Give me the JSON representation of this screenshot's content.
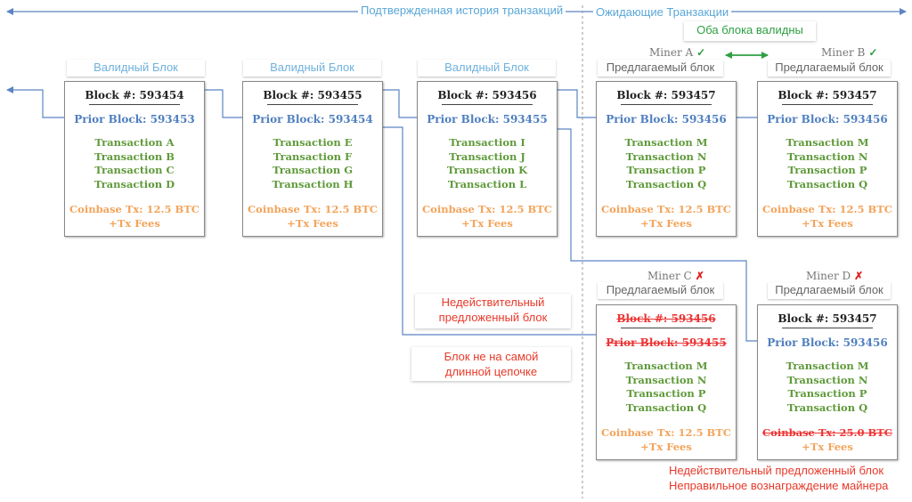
{
  "timeline": {
    "confirmed_label": "Подтвержденная история транзакций",
    "pending_label": "Ожидающие Транзакции"
  },
  "both_valid_label": "Оба блока валидны",
  "valid_block_label": "Валидный Блок",
  "proposed_block_label": "Предлагаемый блок",
  "miners": {
    "a": {
      "name": "Miner A",
      "status": "✓"
    },
    "b": {
      "name": "Miner B",
      "status": "✓"
    },
    "c": {
      "name": "Miner C",
      "status": "✗"
    },
    "d": {
      "name": "Miner D",
      "status": "✗"
    }
  },
  "blocks": [
    {
      "block": "Block #: 593454",
      "prior": "Prior Block: 593453",
      "tx": [
        "Transaction A",
        "Transaction B",
        "Transaction C",
        "Transaction D"
      ],
      "coinbase": "Coinbase Tx: 12.5 BTC",
      "fees": "+Tx Fees"
    },
    {
      "block": "Block #: 593455",
      "prior": "Prior Block: 593454",
      "tx": [
        "Transaction E",
        "Transaction F",
        "Transaction G",
        "Transaction H"
      ],
      "coinbase": "Coinbase Tx: 12.5 BTC",
      "fees": "+Tx Fees"
    },
    {
      "block": "Block #: 593456",
      "prior": "Prior Block: 593455",
      "tx": [
        "Transaction I",
        "Transaction J",
        "Transaction K",
        "Transaction L"
      ],
      "coinbase": "Coinbase Tx: 12.5 BTC",
      "fees": "+Tx Fees"
    },
    {
      "block": "Block #: 593457",
      "prior": "Prior Block: 593456",
      "tx": [
        "Transaction M",
        "Transaction N",
        "Transaction P",
        "Transaction Q"
      ],
      "coinbase": "Coinbase Tx: 12.5 BTC",
      "fees": "+Tx Fees"
    },
    {
      "block": "Block #: 593457",
      "prior": "Prior Block: 593456",
      "tx": [
        "Transaction M",
        "Transaction N",
        "Transaction P",
        "Transaction Q"
      ],
      "coinbase": "Coinbase Tx: 12.5 BTC",
      "fees": "+Tx Fees"
    },
    {
      "block": "Block #: 593456",
      "prior": "Prior Block: 593455",
      "tx": [
        "Transaction M",
        "Transaction N",
        "Transaction P",
        "Transaction Q"
      ],
      "coinbase": "Coinbase Tx: 12.5 BTC",
      "fees": "+Tx Fees"
    },
    {
      "block": "Block #: 593457",
      "prior": "Prior Block: 593456",
      "tx": [
        "Transaction M",
        "Transaction N",
        "Transaction P",
        "Transaction Q"
      ],
      "coinbase": "Coinbase Tx: 25.0 BTC",
      "fees": "+Tx Fees"
    }
  ],
  "notes": {
    "invalid_proposed": "Недействительный предложенный блок",
    "not_longest": "Блок не на самой длинной цепочке",
    "invalid_reward_1": "Недействительный предложенный блок",
    "invalid_reward_2": "Неправильное вознаграждение майнера"
  },
  "colors": {
    "arrow": "#5b84c4",
    "header": "#5aa7d8",
    "valid": "#2e9e3e",
    "invalid": "#e33333",
    "transaction": "#5f9a3a",
    "coinbase": "#f3a35a"
  }
}
